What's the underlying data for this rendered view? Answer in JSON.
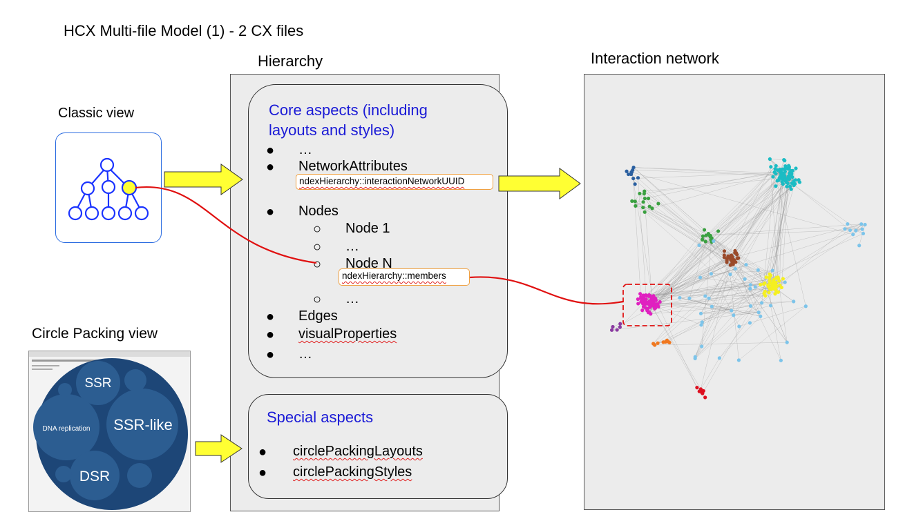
{
  "title": "HCX Multi-file Model  (1) - 2 CX files",
  "hierarchy_heading": "Hierarchy",
  "network_heading": "Interaction network",
  "classic_view_label": "Classic view",
  "circle_packing_label": "Circle Packing view",
  "core_box": {
    "title": "Core aspects (including layouts and styles)",
    "items": [
      "…",
      "NetworkAttributes",
      "Nodes",
      "Edges",
      "visualProperties",
      "…"
    ],
    "network_attr_tag": "ndexHierarchy::interactionNetworkUUID",
    "nodes_subitems": [
      "Node 1",
      "…",
      "Node N",
      "…"
    ],
    "node_members_tag": "ndexHierarchy::members"
  },
  "special_box": {
    "title": "Special aspects",
    "items": [
      "circlePackingLayouts",
      "circlePackingStyles"
    ]
  },
  "circle_packing_thumb": {
    "circles": [
      "SSR",
      "SSR-like",
      "DNA replication",
      "DSR"
    ]
  },
  "colors": {
    "arrow_fill": "#ffff33",
    "connector_red": "#e01010",
    "heading_blue": "#1a1ad6",
    "tag_border": "#f0a040",
    "cluster_cyan": "#1bbcc4",
    "cluster_magenta": "#e020c0",
    "cluster_yellow": "#f5f020",
    "cluster_brown": "#9a4a2a",
    "cluster_green": "#3aa040",
    "cluster_navy": "#2a5fa0",
    "node_lightblue": "#7cc4ea",
    "cluster_red": "#dd1020",
    "cluster_orange": "#f07820",
    "cluster_purple": "#8a3aa0"
  }
}
